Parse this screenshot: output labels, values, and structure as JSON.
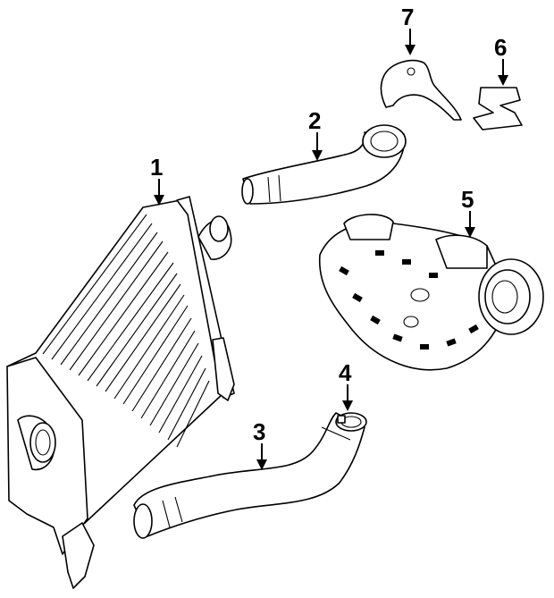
{
  "callouts": [
    {
      "id": "1",
      "label": "1"
    },
    {
      "id": "2",
      "label": "2"
    },
    {
      "id": "3",
      "label": "3"
    },
    {
      "id": "4",
      "label": "4"
    },
    {
      "id": "5",
      "label": "5"
    },
    {
      "id": "6",
      "label": "6"
    },
    {
      "id": "7",
      "label": "7"
    }
  ],
  "colors": {
    "line": "#000000",
    "background": "#ffffff"
  },
  "parts": [
    {
      "callout": "1",
      "icon": "intercooler-icon"
    },
    {
      "callout": "2",
      "icon": "inlet-hose-icon"
    },
    {
      "callout": "3",
      "icon": "outlet-hose-icon"
    },
    {
      "callout": "4",
      "icon": "hose-clamp-icon"
    },
    {
      "callout": "5",
      "icon": "air-duct-housing-icon"
    },
    {
      "callout": "6",
      "icon": "retaining-clip-icon"
    },
    {
      "callout": "7",
      "icon": "mounting-bracket-icon"
    }
  ]
}
